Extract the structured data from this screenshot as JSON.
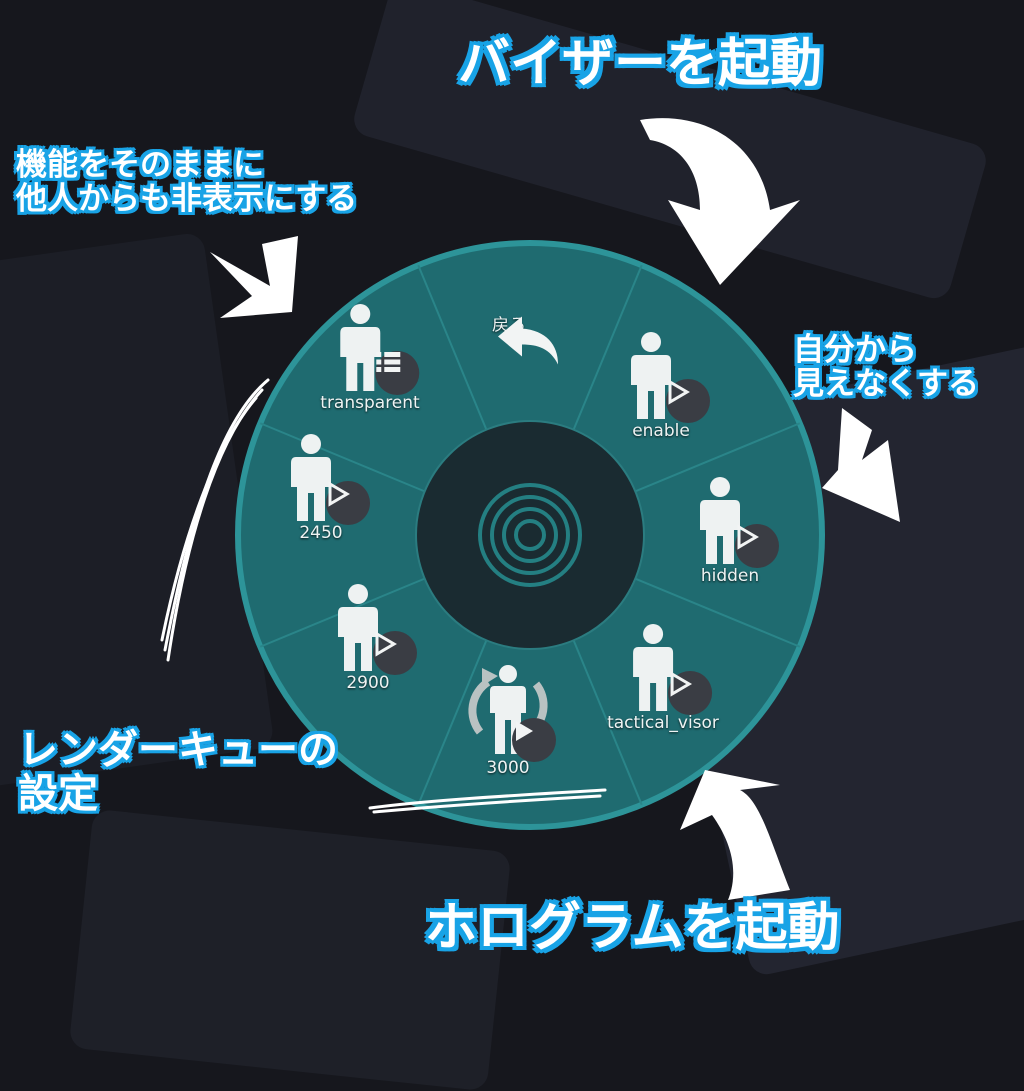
{
  "colors": {
    "background": "#16171d",
    "menu_ring": "#1d6a6e",
    "menu_rim": "#2b8f93",
    "menu_center": "#17232a",
    "annotation_fill": "#ffffff",
    "annotation_outline": "#18a3e6"
  },
  "menu": {
    "back": {
      "label": "戻る",
      "icon": "back-arrow-icon"
    },
    "items": [
      {
        "id": "enable",
        "label": "enable",
        "icon": "person-icon",
        "badge": "play-icon"
      },
      {
        "id": "hidden",
        "label": "hidden",
        "icon": "person-icon",
        "badge": "play-icon"
      },
      {
        "id": "tactical_visor",
        "label": "tactical_visor",
        "icon": "person-icon",
        "badge": "play-icon"
      },
      {
        "id": "3000",
        "label": "3000",
        "icon": "person-rotate-icon",
        "badge": "play-icon"
      },
      {
        "id": "2900",
        "label": "2900",
        "icon": "person-icon",
        "badge": "play-icon"
      },
      {
        "id": "2450",
        "label": "2450",
        "icon": "person-icon",
        "badge": "play-icon"
      },
      {
        "id": "transparent",
        "label": "transparent",
        "icon": "person-icon",
        "badge": "submenu-list-icon"
      }
    ],
    "center_icon": "concentric-rings-icon"
  },
  "annotations": {
    "visor": "バイザーを起動",
    "hide_from_others": [
      "機能をそのままに",
      "他人からも非表示にする"
    ],
    "hide_from_self": [
      "自分から",
      "見えなくする"
    ],
    "render_queue": [
      "レンダーキューの",
      "設定"
    ],
    "hologram": "ホログラムを起動"
  }
}
